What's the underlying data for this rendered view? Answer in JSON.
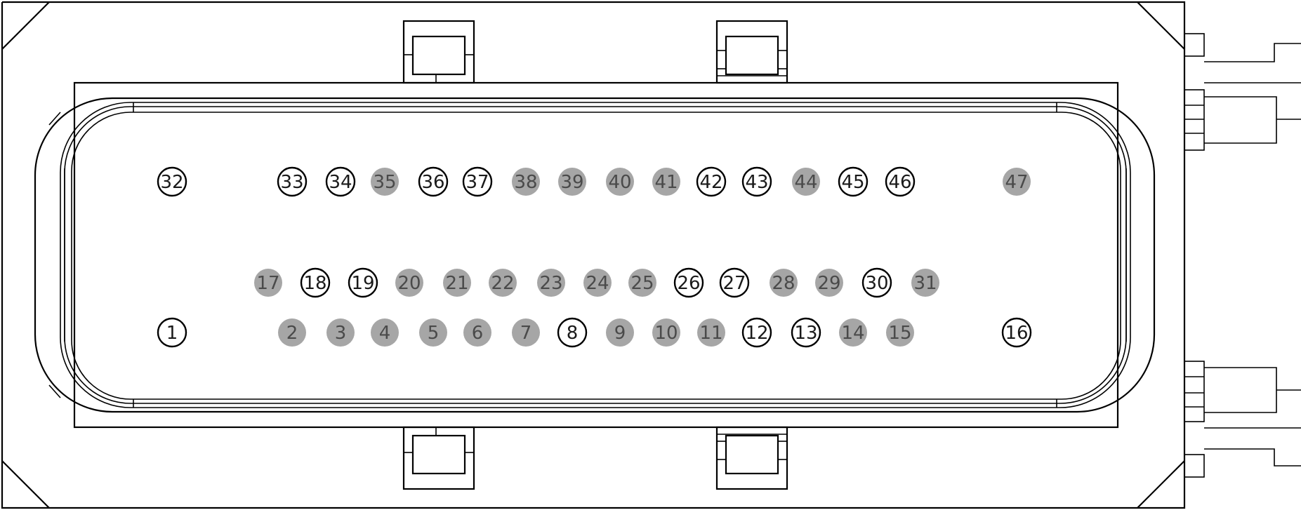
{
  "colors": {
    "open_pin_fill": "#ffffff",
    "filled_pin_fill": "#a6a6a6",
    "outline": "#000000"
  },
  "pins": [
    {
      "label": "32",
      "state": "open"
    },
    {
      "label": "33",
      "state": "open"
    },
    {
      "label": "34",
      "state": "open"
    },
    {
      "label": "35",
      "state": "filled"
    },
    {
      "label": "36",
      "state": "open"
    },
    {
      "label": "37",
      "state": "open"
    },
    {
      "label": "38",
      "state": "filled"
    },
    {
      "label": "39",
      "state": "filled"
    },
    {
      "label": "40",
      "state": "filled"
    },
    {
      "label": "41",
      "state": "filled"
    },
    {
      "label": "42",
      "state": "open"
    },
    {
      "label": "43",
      "state": "open"
    },
    {
      "label": "44",
      "state": "filled"
    },
    {
      "label": "45",
      "state": "open"
    },
    {
      "label": "46",
      "state": "open"
    },
    {
      "label": "47",
      "state": "filled"
    },
    {
      "label": "17",
      "state": "filled"
    },
    {
      "label": "18",
      "state": "open"
    },
    {
      "label": "19",
      "state": "open"
    },
    {
      "label": "20",
      "state": "filled"
    },
    {
      "label": "21",
      "state": "filled"
    },
    {
      "label": "22",
      "state": "filled"
    },
    {
      "label": "23",
      "state": "filled"
    },
    {
      "label": "24",
      "state": "filled"
    },
    {
      "label": "25",
      "state": "filled"
    },
    {
      "label": "26",
      "state": "open"
    },
    {
      "label": "27",
      "state": "open"
    },
    {
      "label": "28",
      "state": "filled"
    },
    {
      "label": "29",
      "state": "filled"
    },
    {
      "label": "30",
      "state": "open"
    },
    {
      "label": "31",
      "state": "filled"
    },
    {
      "label": "1",
      "state": "open"
    },
    {
      "label": "2",
      "state": "filled"
    },
    {
      "label": "3",
      "state": "filled"
    },
    {
      "label": "4",
      "state": "filled"
    },
    {
      "label": "5",
      "state": "filled"
    },
    {
      "label": "6",
      "state": "filled"
    },
    {
      "label": "7",
      "state": "filled"
    },
    {
      "label": "8",
      "state": "open"
    },
    {
      "label": "9",
      "state": "filled"
    },
    {
      "label": "10",
      "state": "filled"
    },
    {
      "label": "11",
      "state": "filled"
    },
    {
      "label": "12",
      "state": "open"
    },
    {
      "label": "13",
      "state": "open"
    },
    {
      "label": "14",
      "state": "filled"
    },
    {
      "label": "15",
      "state": "filled"
    },
    {
      "label": "16",
      "state": "open"
    }
  ]
}
